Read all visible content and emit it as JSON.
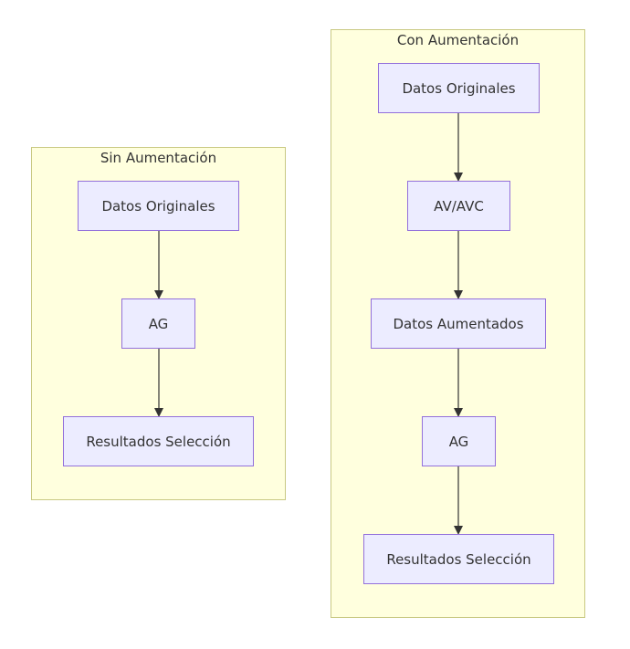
{
  "left_cluster": {
    "title": "Sin Aumentación",
    "nodes": [
      "Datos Originales",
      "AG",
      "Resultados Selección"
    ]
  },
  "right_cluster": {
    "title": "Con Aumentación",
    "nodes": [
      "Datos Originales",
      "AV/AVC",
      "Datos Aumentados",
      "AG",
      "Resultados Selección"
    ]
  },
  "colors": {
    "cluster_fill": "#ffffde",
    "cluster_border": "#c9c983",
    "node_fill": "#ececff",
    "node_border": "#9370db",
    "edge": "#333333"
  }
}
